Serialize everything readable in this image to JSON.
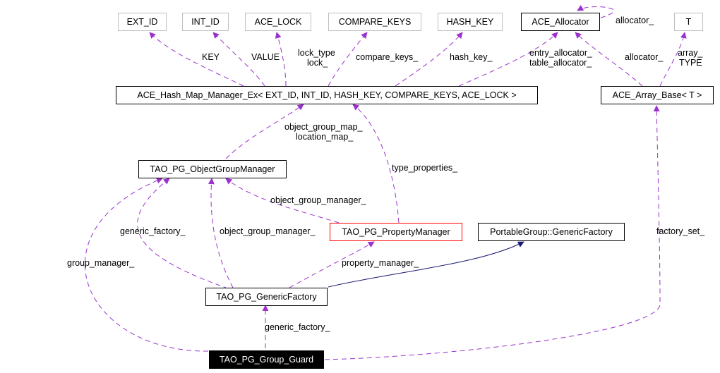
{
  "nodes": {
    "ext_id": "EXT_ID",
    "int_id": "INT_ID",
    "ace_lock": "ACE_LOCK",
    "compare_keys": "COMPARE_KEYS",
    "hash_key": "HASH_KEY",
    "ace_allocator": "ACE_Allocator",
    "t": "T",
    "hash_map_manager": "ACE_Hash_Map_Manager_Ex< EXT_ID, INT_ID, HASH_KEY, COMPARE_KEYS, ACE_LOCK >",
    "array_base": "ACE_Array_Base< T >",
    "object_group_manager": "TAO_PG_ObjectGroupManager",
    "property_manager": "TAO_PG_PropertyManager",
    "generic_factory_iface": "PortableGroup::GenericFactory",
    "pg_generic_factory": "TAO_PG_GenericFactory",
    "group_guard": "TAO_PG_Group_Guard"
  },
  "edge_labels": {
    "key": "KEY",
    "value": "VALUE",
    "lock_type": "lock_type",
    "lock": "lock_",
    "compare_keys": "compare_keys_",
    "hash_key": "hash_key_",
    "entry_allocator": "entry_allocator_",
    "table_allocator": "table_allocator_",
    "allocator_self": "allocator_",
    "allocator_array": "allocator_",
    "array": "array_",
    "type": "TYPE",
    "object_group_map": "object_group_map_",
    "location_map": "location_map_",
    "type_properties": "type_properties_",
    "object_group_manager_pm": "object_group_manager_",
    "generic_factory_ogm": "generic_factory_",
    "object_group_manager_gf": "object_group_manager_",
    "group_manager": "group_manager_",
    "property_manager": "property_manager_",
    "factory_set": "factory_set_",
    "generic_factory_guard": "generic_factory_"
  },
  "colors": {
    "dependency_edge": "#9a32cd",
    "inheritance_edge": "#191970",
    "highlight_border": "#ff0000",
    "muted_border": "#bfbfbf"
  }
}
